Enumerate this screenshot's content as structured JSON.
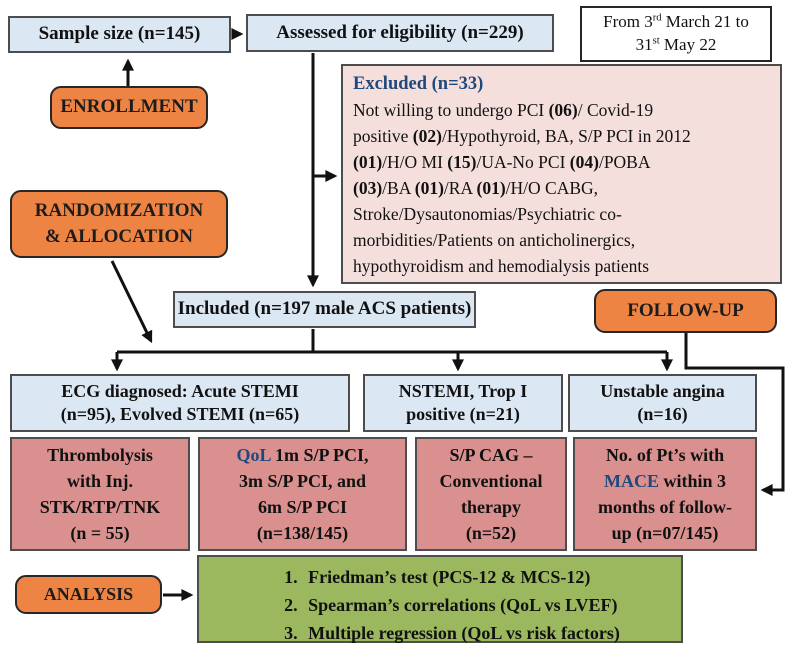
{
  "diagram_title": "ACS study participant flow diagram",
  "colors": {
    "box_light_blue": "#dbe7f3",
    "box_orange": "#ee8443",
    "box_pink": "#f5dfdd",
    "box_rose": "#d9908e",
    "box_green": "#9cb85e",
    "accent_blue_text": "#1f497d",
    "border_dark": "#4d4d4d",
    "connector_black": "#111111"
  },
  "stages": {
    "enrollment": "ENROLLMENT",
    "randomization_lines": [
      [
        {
          "t": "RANDOMIZATION"
        }
      ],
      [
        {
          "t": "& ALLOCATION"
        }
      ]
    ],
    "followup": "FOLLOW-UP",
    "analysis": "ANALYSIS"
  },
  "boxes": {
    "sample_size": "Sample size (n=145)",
    "assessed": "Assessed for eligibility (n=229)",
    "date_note_lines": [
      [
        {
          "t": "From 3"
        },
        {
          "t": "rd",
          "c": "sup"
        },
        {
          "t": " March  21 to"
        }
      ],
      [
        {
          "t": "31"
        },
        {
          "t": "st",
          "c": "sup"
        },
        {
          "t": " May  22"
        }
      ]
    ],
    "excluded_title": "Excluded (n=33)",
    "excluded_body_lines": [
      [
        {
          "t": "Not willing to undergo PCI "
        },
        {
          "t": "(06)",
          "c": "b"
        },
        {
          "t": "/ Covid-19"
        }
      ],
      [
        {
          "t": "positive "
        },
        {
          "t": "(02)",
          "c": "b"
        },
        {
          "t": "/Hypothyroid, BA, S/P PCI in 2012"
        }
      ],
      [
        {
          "t": "(01)",
          "c": "b"
        },
        {
          "t": "/H/O MI "
        },
        {
          "t": "(15)",
          "c": "b"
        },
        {
          "t": "/UA-No PCI "
        },
        {
          "t": "(04)",
          "c": "b"
        },
        {
          "t": "/POBA"
        }
      ],
      [
        {
          "t": "(03)",
          "c": "b"
        },
        {
          "t": "/BA "
        },
        {
          "t": "(01)",
          "c": "b"
        },
        {
          "t": "/RA "
        },
        {
          "t": "(01)",
          "c": "b"
        },
        {
          "t": "/H/O CABG,"
        }
      ],
      [
        {
          "t": "Stroke/Dysautonomias/Psychiatric co-"
        }
      ],
      [
        {
          "t": "morbidities/Patients on anticholinergics,"
        }
      ],
      [
        {
          "t": "hypothyroidism and hemodialysis patients"
        }
      ]
    ],
    "included": "Included (n=197 male ACS patients)",
    "ecg_lines": [
      [
        {
          "t": "ECG diagnosed: Acute STEMI"
        }
      ],
      [
        {
          "t": "(n=95), Evolved STEMI (n=65)"
        }
      ]
    ],
    "nstemi_lines": [
      [
        {
          "t": "NSTEMI, Trop I"
        }
      ],
      [
        {
          "t": "positive (n=21)"
        }
      ]
    ],
    "unstable_lines": [
      [
        {
          "t": "Unstable angina"
        }
      ],
      [
        {
          "t": "(n=16)"
        }
      ]
    ],
    "thrombolysis_lines": [
      [
        {
          "t": "Thrombolysis"
        }
      ],
      [
        {
          "t": "with Inj."
        }
      ],
      [
        {
          "t": "STK/RTP/TNK"
        }
      ],
      [
        {
          "t": "(n = 55)"
        }
      ]
    ],
    "qol_lines": [
      [
        {
          "t": "QoL",
          "c": "blue"
        },
        {
          "t": " 1m S/P PCI,"
        }
      ],
      [
        {
          "t": "3m S/P PCI, and"
        }
      ],
      [
        {
          "t": "6m S/P PCI"
        }
      ],
      [
        {
          "t": "(n=138/145)"
        }
      ]
    ],
    "cag_lines": [
      [
        {
          "t": "S/P CAG –"
        }
      ],
      [
        {
          "t": "Conventional"
        }
      ],
      [
        {
          "t": "therapy"
        }
      ],
      [
        {
          "t": "(n=52)"
        }
      ]
    ],
    "mace_lines": [
      [
        {
          "t": "No. of Pt’s with"
        }
      ],
      [
        {
          "t": "MACE",
          "c": "blue"
        },
        {
          "t": " within 3"
        }
      ],
      [
        {
          "t": "months of follow-"
        }
      ],
      [
        {
          "t": "up (n=07/145)"
        }
      ]
    ]
  },
  "analysis_list": {
    "items": [
      "Friedman’s test (PCS-12 & MCS-12)",
      "Spearman’s correlations (QoL vs LVEF)",
      "Multiple regression (QoL vs risk factors)"
    ]
  }
}
